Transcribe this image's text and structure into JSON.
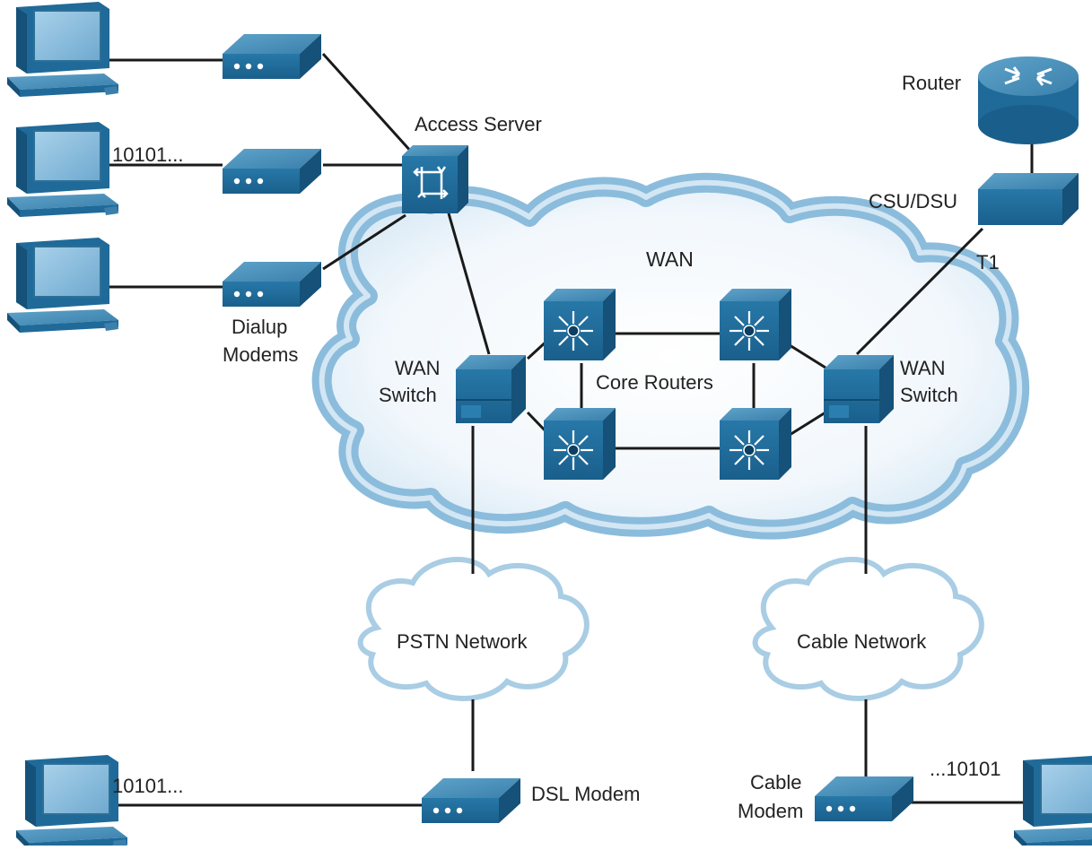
{
  "labels": {
    "access_server": "Access Server",
    "router": "Router",
    "csu_dsu": "CSU/DSU",
    "t1": "T1",
    "wan": "WAN",
    "dialup_line1": "Dialup",
    "dialup_line2": "Modems",
    "wan_switch_left_line1": "WAN",
    "wan_switch_left_line2": "Switch",
    "wan_switch_right_line1": "WAN",
    "wan_switch_right_line2": "Switch",
    "core_routers": "Core Routers",
    "pstn": "PSTN Network",
    "cable_network": "Cable Network",
    "dsl_modem": "DSL Modem",
    "cable_modem_line1": "Cable",
    "cable_modem_line2": "Modem",
    "bits_pc2": "10101...",
    "bits_dsl_pc": "10101...",
    "bits_cable_pc": "...10101"
  },
  "colors": {
    "device_top": "#4a8fb8",
    "device_front": "#1f6a99",
    "device_side": "#155178",
    "cloud_outer": "#7db3d6",
    "cloud_inner": "#eaf3fa",
    "line": "#1a1a1a"
  },
  "icons": [
    "pc-icon",
    "modem-icon",
    "access-server-icon",
    "router-icon",
    "csu-dsu-icon",
    "wan-switch-icon",
    "core-router-icon",
    "cloud-icon"
  ]
}
